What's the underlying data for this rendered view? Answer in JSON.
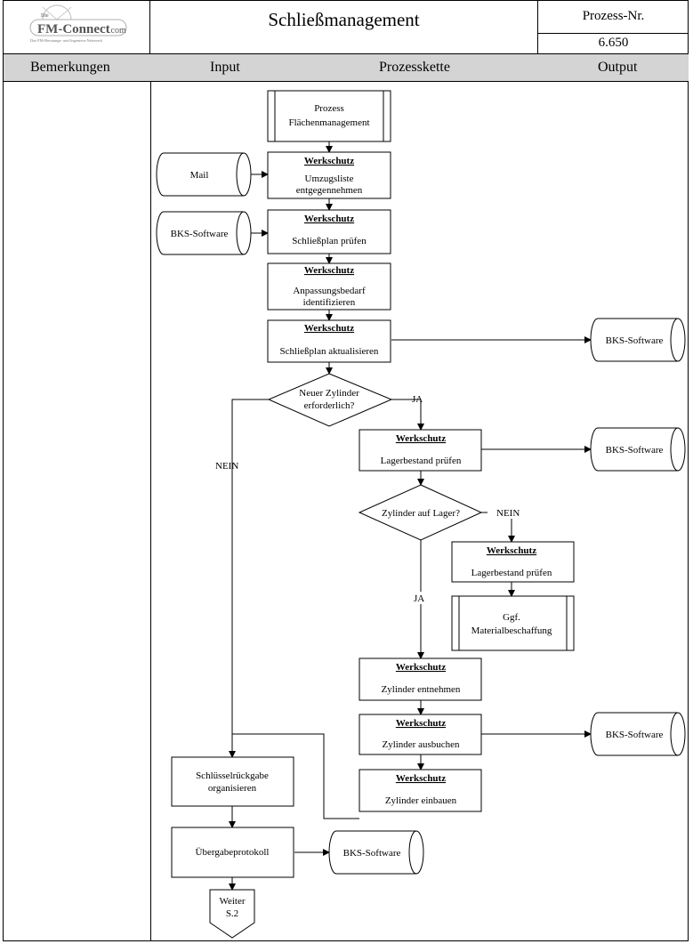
{
  "header": {
    "title": "Schließmanagement",
    "process_no_label": "Prozess-Nr.",
    "process_no_value": "6.650",
    "logo": {
      "brand_main": "FM-Connect",
      "brand_suffix": ".com",
      "brand_top": "Die",
      "tagline": "Das FM-Beratungs- und Ingenieur-Netzwerk"
    }
  },
  "columns": [
    "Bemerkungen",
    "Input",
    "Prozesskette",
    "Output"
  ],
  "diagram": {
    "nodes": {
      "p_flaechen": {
        "lines": [
          "Prozess",
          "Flächenmanagement"
        ]
      },
      "s1": {
        "role": "Werkschutz",
        "lines": [
          "Umzugsliste",
          "entgegennehmen"
        ]
      },
      "s2": {
        "role": "Werkschutz",
        "lines": [
          "Schließplan prüfen"
        ]
      },
      "s3": {
        "role": "Werkschutz",
        "lines": [
          "Anpassungsbedarf",
          "identifizieren"
        ]
      },
      "s4": {
        "role": "Werkschutz",
        "lines": [
          "Schließplan aktualisieren"
        ]
      },
      "d1": {
        "lines": [
          "Neuer Zylinder",
          "erforderlich?"
        ]
      },
      "s5": {
        "role": "Werkschutz",
        "lines": [
          "Lagerbestand prüfen"
        ]
      },
      "d2": {
        "lines": [
          "Zylinder auf Lager?"
        ]
      },
      "s6": {
        "role": "Werkschutz",
        "lines": [
          "Lagerbestand prüfen"
        ]
      },
      "p_material": {
        "lines": [
          "Ggf.",
          "Materialbeschaffung"
        ]
      },
      "s7": {
        "role": "Werkschutz",
        "lines": [
          "Zylinder entnehmen"
        ]
      },
      "s8": {
        "role": "Werkschutz",
        "lines": [
          "Zylinder ausbuchen"
        ]
      },
      "s9": {
        "role": "Werkschutz",
        "lines": [
          "Zylinder einbauen"
        ]
      },
      "s_key": {
        "lines": [
          "Schlüsselrückgabe",
          "organisieren"
        ]
      },
      "s_proto": {
        "lines": [
          "Übergabeprotokoll"
        ]
      },
      "offpage": {
        "lines": [
          "Weiter",
          "S.2"
        ]
      }
    },
    "stores": {
      "in_mail": "Mail",
      "in_bks": "BKS-Software",
      "out_bks1": "BKS-Software",
      "out_bks2": "BKS-Software",
      "out_bks3": "BKS-Software",
      "out_bks4": "BKS-Software"
    },
    "labels": {
      "ja1": "JA",
      "nein1": "NEIN",
      "nein2": "NEIN",
      "ja2": "JA"
    }
  }
}
